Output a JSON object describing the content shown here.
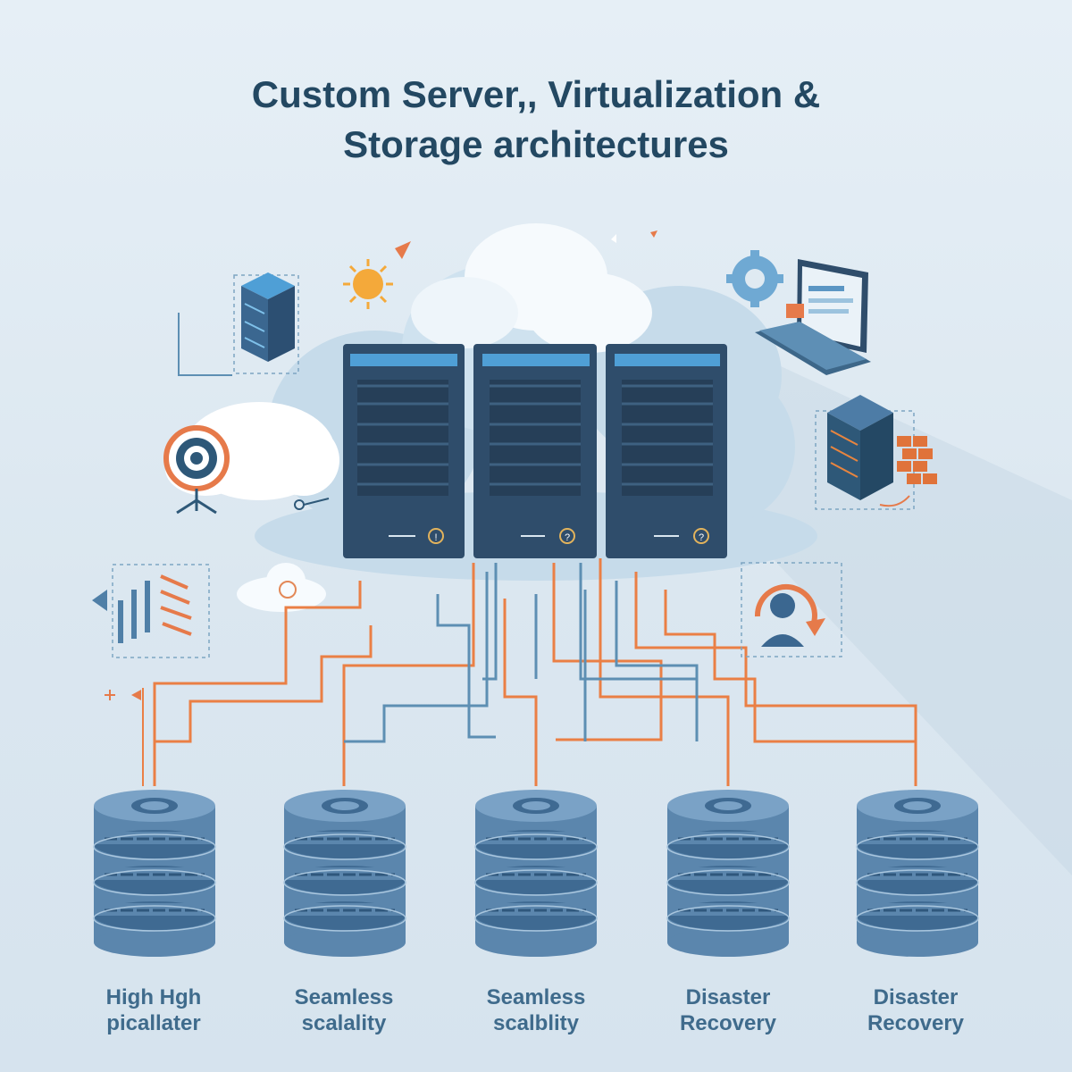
{
  "title": {
    "line1": "Custom Server,, Virtualization &",
    "line2": "Storage architectures"
  },
  "colors": {
    "title": "#234862",
    "server_body": "#2f4d6b",
    "server_accent": "#4f9fd6",
    "db_fill": "#5b86ad",
    "db_dark": "#3f6a92",
    "line_orange": "#ea7f45",
    "line_blue": "#5d8fb3",
    "label": "#3f6b8c"
  },
  "servers": [
    {
      "name": "server-1",
      "power_glyph": "!"
    },
    {
      "name": "server-2",
      "power_glyph": "?"
    },
    {
      "name": "server-3",
      "power_glyph": "?"
    }
  ],
  "storage": [
    {
      "line1": "High Hgh",
      "line2": "picallater"
    },
    {
      "line1": "Seamless",
      "line2": "scalality"
    },
    {
      "line1": "Seamless",
      "line2": "scalblity"
    },
    {
      "line1": "Disaster",
      "line2": "Recovery"
    },
    {
      "line1": "Disaster",
      "line2": "Recovery"
    }
  ],
  "icons": [
    "server-rack-icon",
    "sun-icon",
    "target-icon",
    "gear-icon",
    "laptop-dashboard-icon",
    "server-stack-icon",
    "firewall-bricks-icon",
    "data-flow-icon",
    "cloud-icon",
    "support-agent-icon"
  ]
}
